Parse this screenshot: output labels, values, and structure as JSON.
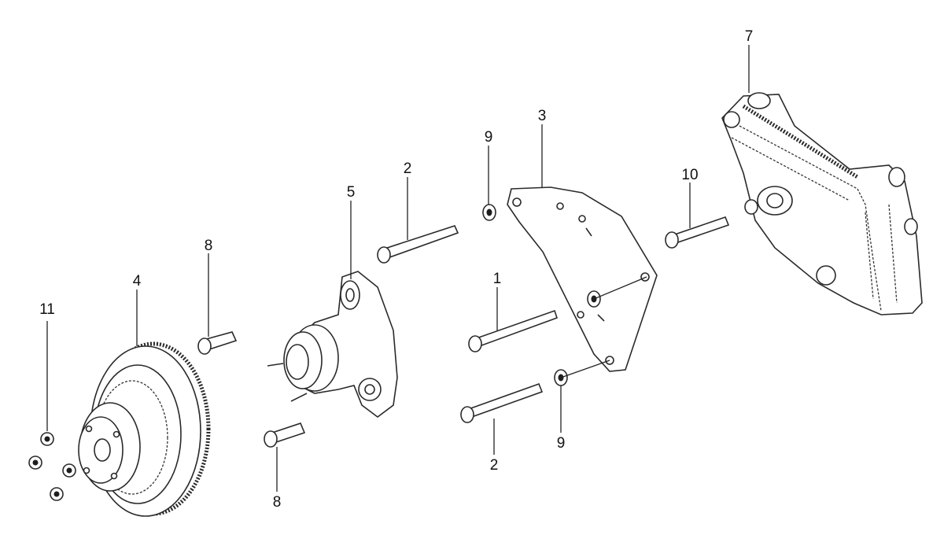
{
  "diagram": {
    "parts": [
      {
        "id": "p1",
        "label": "1",
        "name": "bolt"
      },
      {
        "id": "p2a",
        "label": "2",
        "name": "bolt"
      },
      {
        "id": "p2b",
        "label": "2",
        "name": "bolt"
      },
      {
        "id": "p3",
        "label": "3",
        "name": "mounting-bracket"
      },
      {
        "id": "p4",
        "label": "4",
        "name": "pulley"
      },
      {
        "id": "p5",
        "label": "5",
        "name": "pump-housing"
      },
      {
        "id": "p7",
        "label": "7",
        "name": "engine-block-cover"
      },
      {
        "id": "p8a",
        "label": "8",
        "name": "bolt"
      },
      {
        "id": "p8b",
        "label": "8",
        "name": "bolt"
      },
      {
        "id": "p9a",
        "label": "9",
        "name": "washer"
      },
      {
        "id": "p9b",
        "label": "9",
        "name": "washer"
      },
      {
        "id": "p10",
        "label": "10",
        "name": "bolt"
      },
      {
        "id": "p11",
        "label": "11",
        "name": "nut"
      }
    ],
    "colors": {
      "line": "#222222",
      "background": "#ffffff",
      "fill_dark": "#1e1e1e"
    }
  }
}
